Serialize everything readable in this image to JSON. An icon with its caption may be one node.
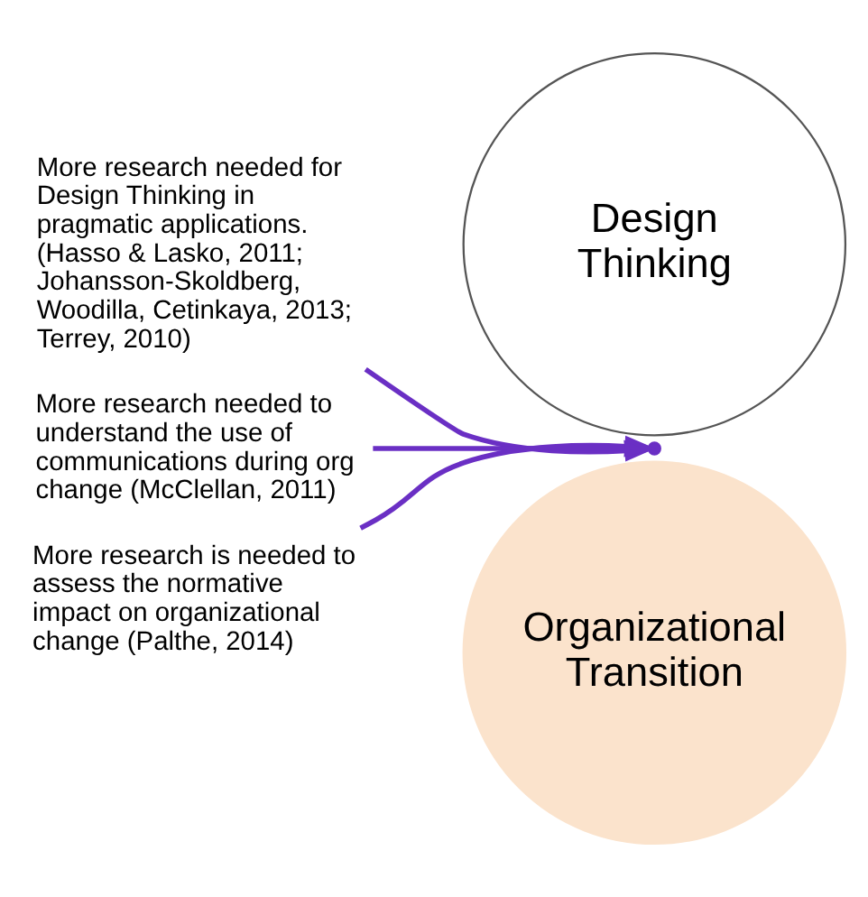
{
  "diagram": {
    "nodes": [
      {
        "text": [
          "Design Thinking"
        ]
      },
      {
        "text": [
          "Organizational Transition"
        ]
      },
      {
        "text": [
          "More research needed for Design Thinking in pragmatic applications. (Hasso & Lasko, 2011; Johansson-Skoldberg, Woodilla, Cetinkaya, 2013; Terrey, 2010)"
        ]
      },
      {
        "text": [
          "More research needed to understand the use of communications during org change (McClellan, 2011)"
        ]
      },
      {
        "text": [
          "More research is needed to assess the normative impact on organizational change (Palthe, 2014)"
        ]
      },
      {
        "text": [],
        "shape": "point"
      }
    ],
    "edges": [
      {
        "from": 2,
        "to": 5,
        "arrow": "to"
      },
      {
        "from": 3,
        "to": 5,
        "arrow": "to"
      },
      {
        "from": 4,
        "to": 5,
        "arrow": "to"
      }
    ]
  }
}
